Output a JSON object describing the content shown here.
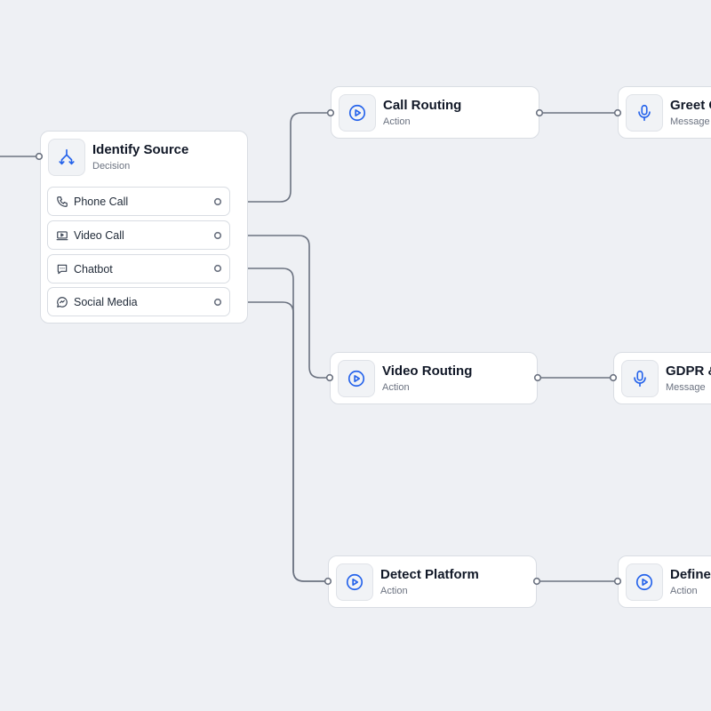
{
  "colors": {
    "background": "#eef0f4",
    "accent": "#2563eb",
    "wire": "#6b7280"
  },
  "decision": {
    "title": "Identify Source",
    "type": "Decision",
    "icon": "split-arrows-icon",
    "options": [
      {
        "label": "Phone Call",
        "icon": "phone-icon"
      },
      {
        "label": "Video Call",
        "icon": "video-icon"
      },
      {
        "label": "Chatbot",
        "icon": "chat-icon"
      },
      {
        "label": "Social Media",
        "icon": "message-bubble-icon"
      }
    ]
  },
  "nodes": {
    "call_routing": {
      "title": "Call Routing",
      "type": "Action",
      "icon": "play-icon"
    },
    "greet": {
      "title": "Greet C",
      "type": "Message",
      "icon": "microphone-icon"
    },
    "video_routing": {
      "title": "Video Routing",
      "type": "Action",
      "icon": "play-icon"
    },
    "gdpr": {
      "title": "GDPR &",
      "type": "Message",
      "icon": "microphone-icon"
    },
    "detect_platform": {
      "title": "Detect Platform",
      "type": "Action",
      "icon": "play-icon"
    },
    "define": {
      "title": "Define",
      "type": "Action",
      "icon": "play-icon"
    }
  }
}
